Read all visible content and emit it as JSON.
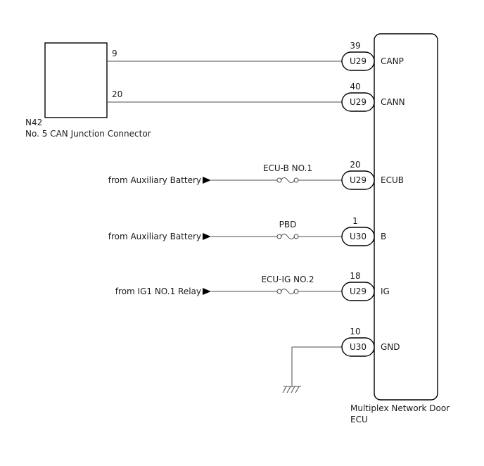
{
  "colors": {
    "background": "#ffffff",
    "outline": "#000000",
    "wire": "#4d4d4d",
    "text": "#1a1a1a"
  },
  "diagram": {
    "junction": {
      "id": "N42",
      "label": "No. 5 CAN Junction Connector",
      "pin_top": "9",
      "pin_bottom": "20"
    },
    "ecu": {
      "label_line1": "Multiplex Network Door",
      "label_line2": "ECU"
    },
    "rows": [
      {
        "pin": "39",
        "connector": "U29",
        "signal": "CANP"
      },
      {
        "pin": "40",
        "connector": "U29",
        "signal": "CANN"
      },
      {
        "pin": "20",
        "connector": "U29",
        "signal": "ECUB",
        "source": "from Auxiliary Battery",
        "fuse": "ECU-B NO.1"
      },
      {
        "pin": "1",
        "connector": "U30",
        "signal": "B",
        "source": "from Auxiliary Battery",
        "fuse": "PBD"
      },
      {
        "pin": "18",
        "connector": "U29",
        "signal": "IG",
        "source": "from IG1 NO.1 Relay",
        "fuse": "ECU-IG NO.2"
      },
      {
        "pin": "10",
        "connector": "U30",
        "signal": "GND",
        "grounded": true
      }
    ]
  }
}
